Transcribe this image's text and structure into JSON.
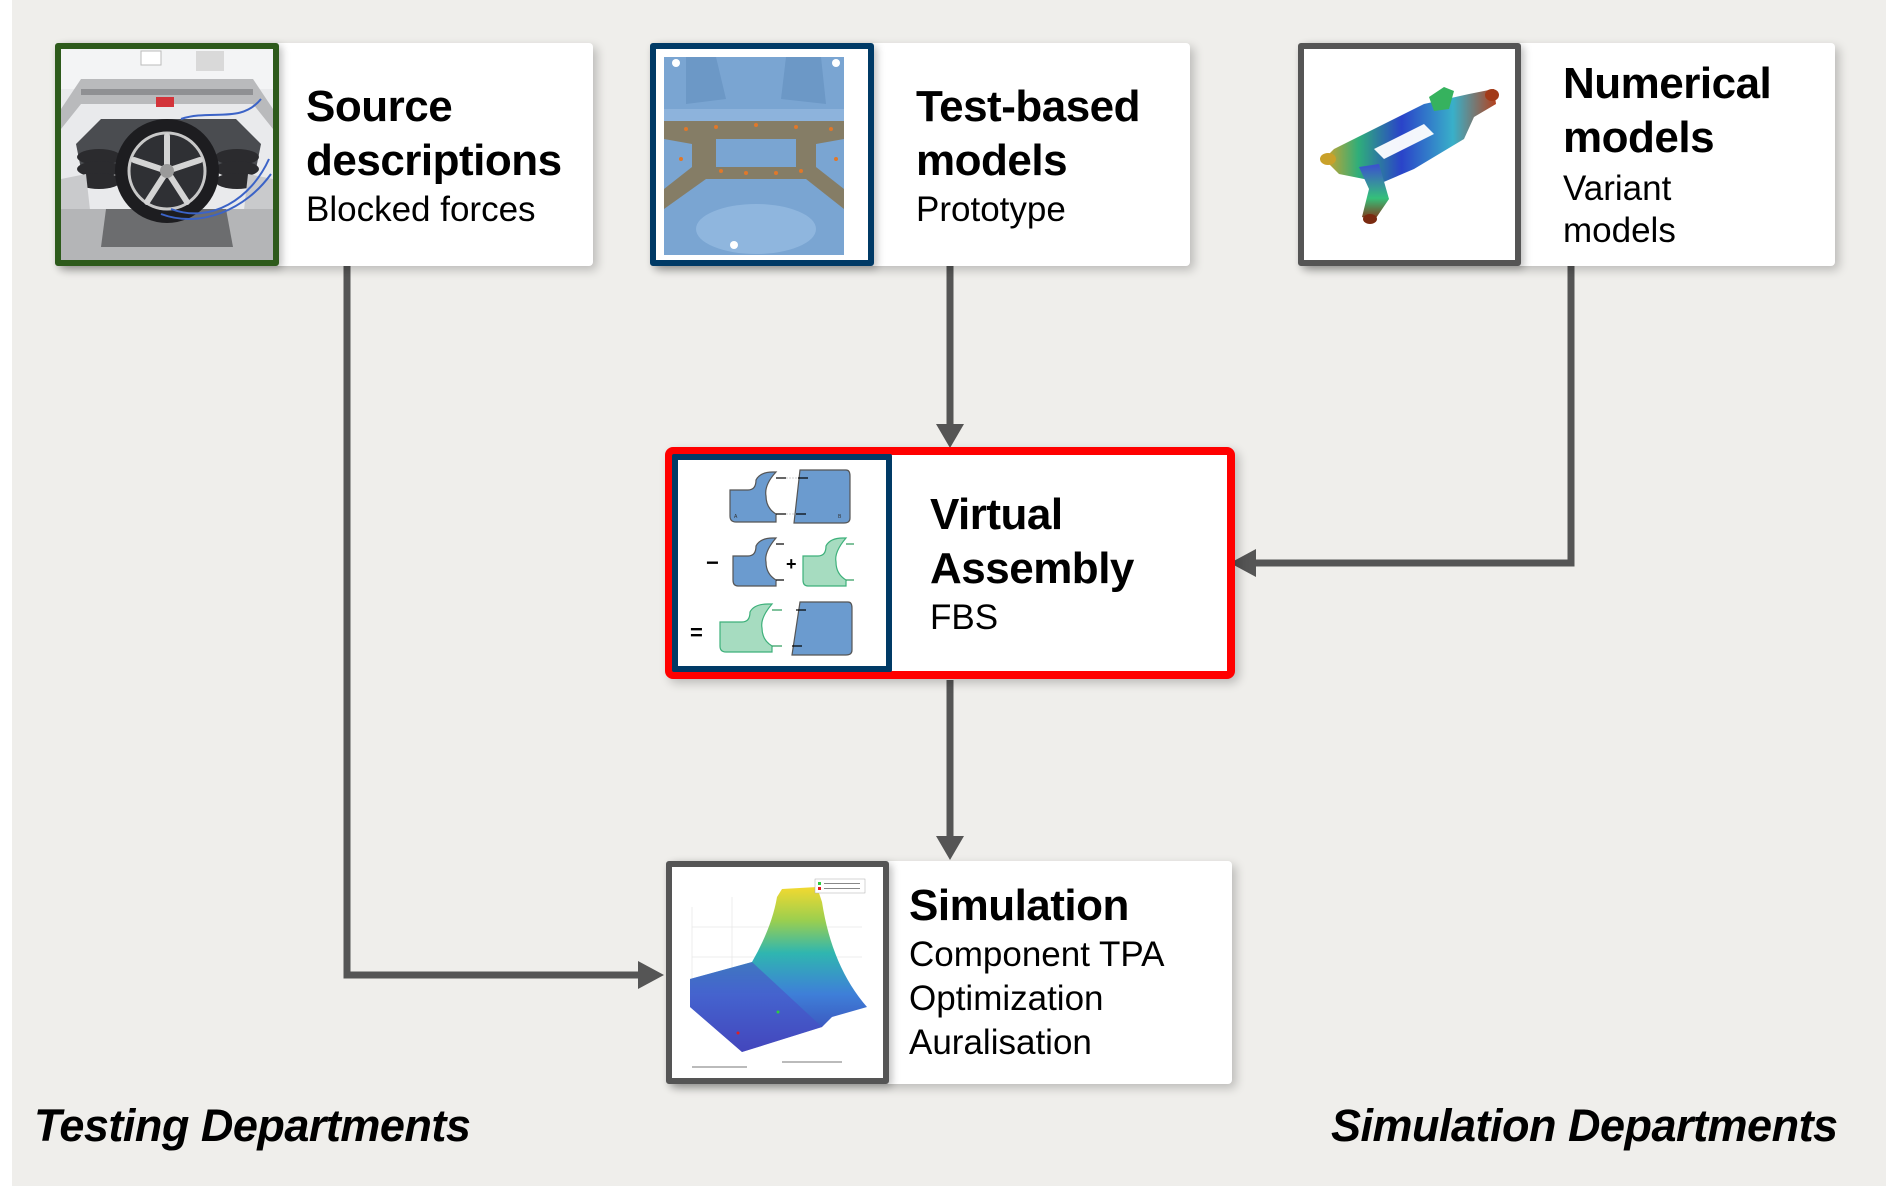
{
  "nodes": {
    "source": {
      "title_lines": [
        "Source",
        "descriptions"
      ],
      "sub_lines": [
        "Blocked forces"
      ],
      "image": "wheel-test-rig-photo",
      "frame_color": "#2d5a1b"
    },
    "test_based": {
      "title_lines": [
        "Test-based",
        "models"
      ],
      "sub_lines": [
        "Prototype"
      ],
      "image": "vehicle-underbody-subframe-model",
      "frame_color": "#003a66"
    },
    "numerical": {
      "title_lines": [
        "Numerical",
        "models"
      ],
      "sub_lines": [
        "Variant",
        "models"
      ],
      "image": "fe-subframe-contour-plot",
      "frame_color": "#555555"
    },
    "virtual_assembly": {
      "title_lines": [
        "Virtual",
        "Assembly"
      ],
      "sub_lines": [
        "FBS"
      ],
      "image": "substructuring-schematic",
      "frame_color": "#003a66",
      "highlight_color": "#ff0000",
      "schematic": {
        "minus_sign": "−",
        "plus_sign": "+",
        "equals_sign": "=",
        "label_a": "A",
        "label_b": "B"
      }
    },
    "simulation": {
      "title_lines": [
        "Simulation"
      ],
      "sub_lines": [
        "Component TPA",
        "Optimization",
        "Auralisation"
      ],
      "image": "3d-surface-plot",
      "frame_color": "#555555"
    }
  },
  "edges": [
    {
      "from": "source",
      "to": "simulation"
    },
    {
      "from": "test_based",
      "to": "virtual_assembly"
    },
    {
      "from": "numerical",
      "to": "virtual_assembly"
    },
    {
      "from": "virtual_assembly",
      "to": "simulation"
    }
  ],
  "departments": {
    "testing": "Testing Departments",
    "simulation": "Simulation Departments"
  },
  "colors": {
    "background": "#efeeeb",
    "connector": "#555555",
    "highlight": "#ff0000"
  }
}
